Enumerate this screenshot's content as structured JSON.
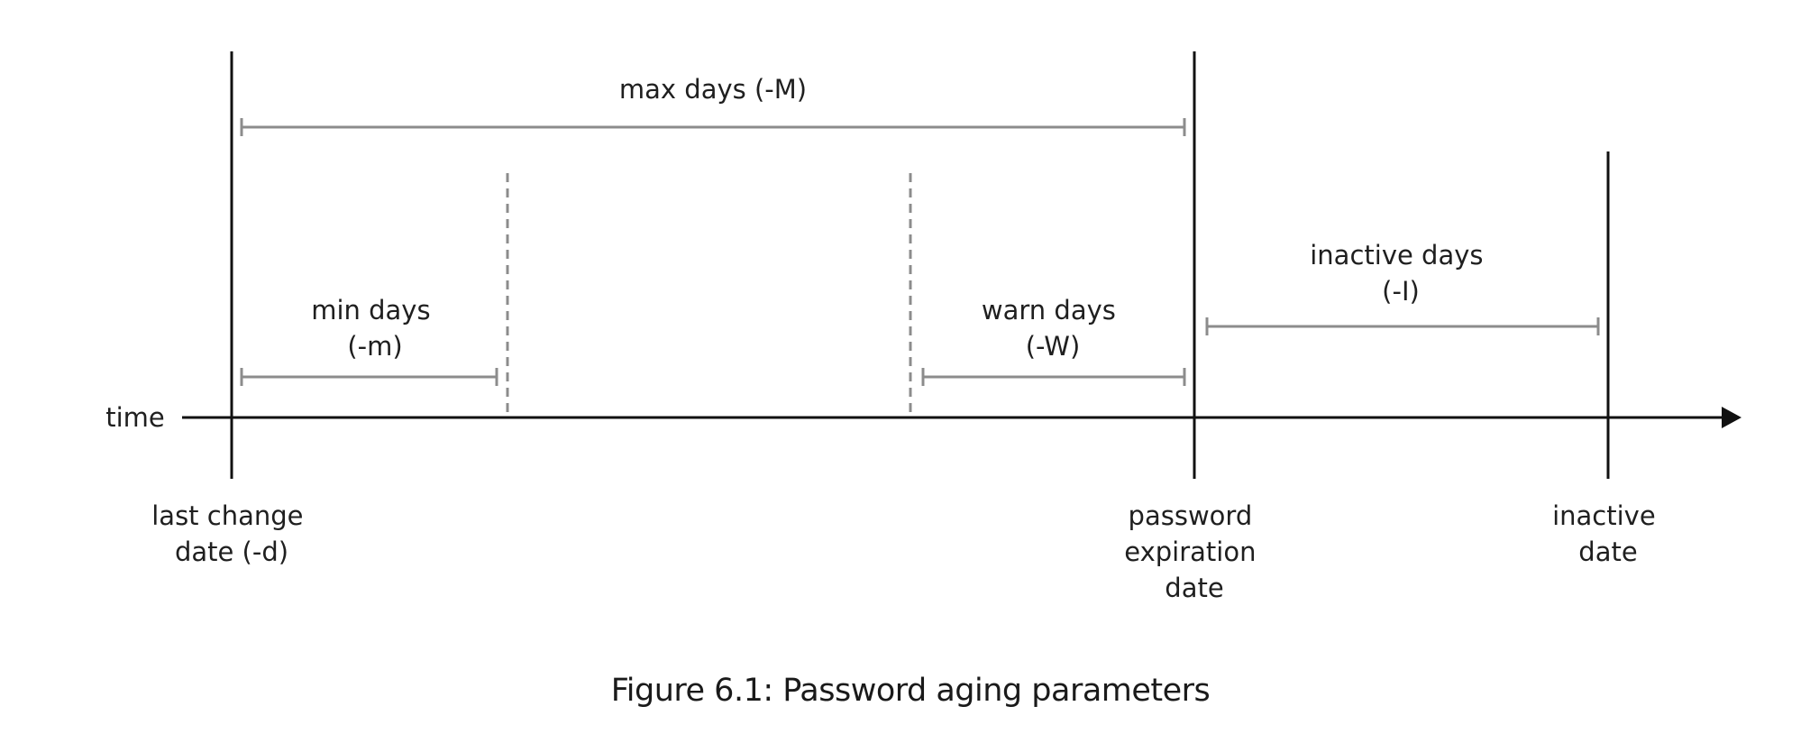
{
  "axis": {
    "label": "time"
  },
  "markers": {
    "last_change": {
      "lines": [
        "last change",
        "date (-d)"
      ]
    },
    "expiration": {
      "lines": [
        "password",
        "expiration",
        "date"
      ]
    },
    "inactive": {
      "lines": [
        "inactive",
        "date"
      ]
    }
  },
  "spans": {
    "max": {
      "lines": [
        "max days (-M)"
      ]
    },
    "min": {
      "lines": [
        "min days",
        "(-m)"
      ]
    },
    "warn": {
      "lines": [
        "warn days",
        "(-W)"
      ]
    },
    "inactive": {
      "lines": [
        "inactive days",
        "(-I)"
      ]
    }
  },
  "caption": "Figure 6.1: Password aging parameters"
}
